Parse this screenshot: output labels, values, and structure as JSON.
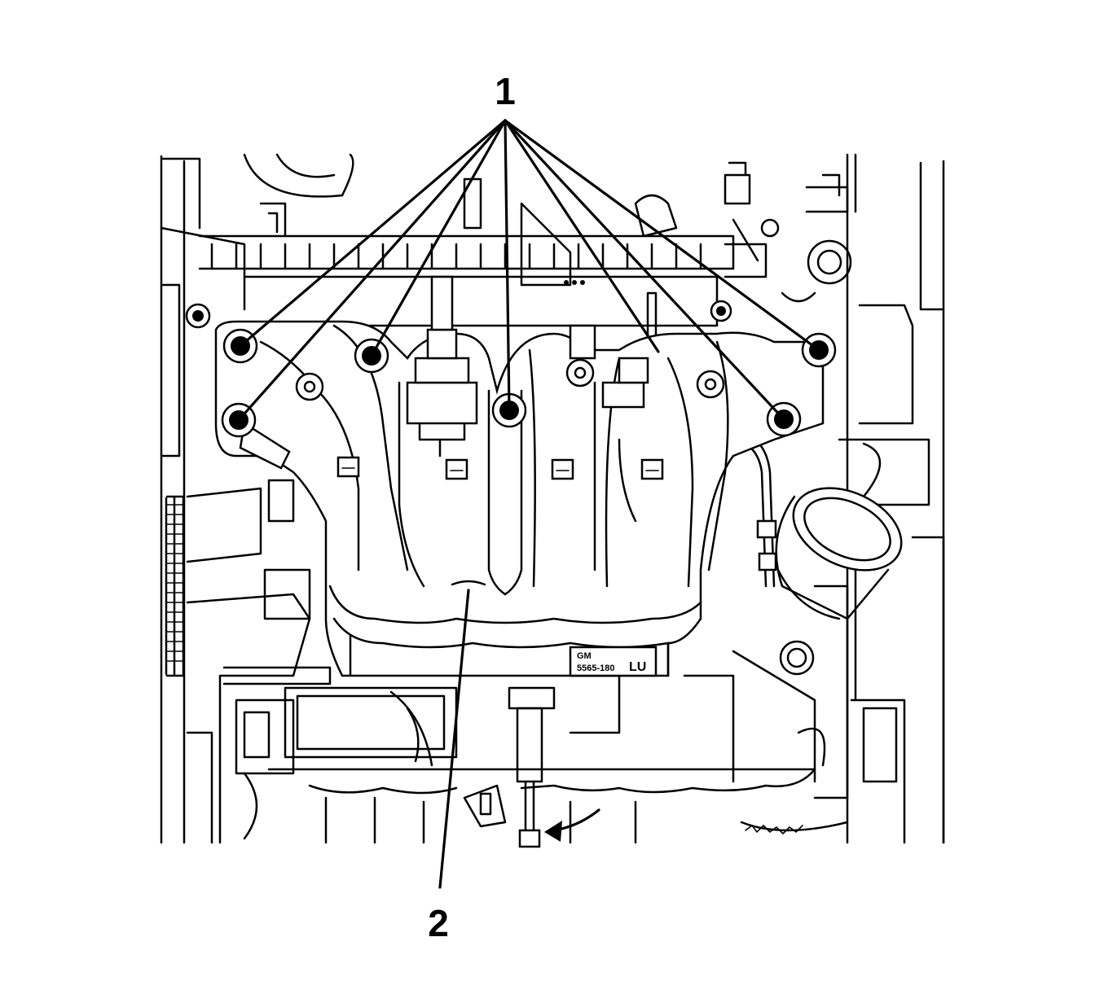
{
  "callouts": [
    {
      "id": "1",
      "label": "1"
    },
    {
      "id": "2",
      "label": "2"
    }
  ],
  "manifold_markings": {
    "brand": "GM",
    "part_number": "5565-180",
    "code": "LU"
  },
  "colors": {
    "line": "#000000",
    "background": "#ffffff"
  },
  "icons": {
    "fastener": "hex-nut-icon",
    "direction": "curved-arrow-icon"
  }
}
